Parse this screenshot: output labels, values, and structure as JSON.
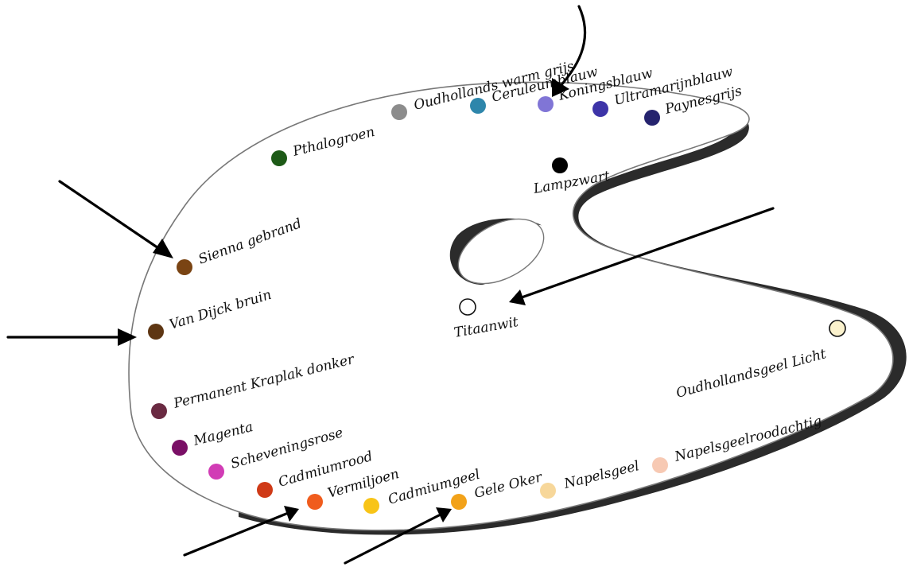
{
  "palette": {
    "paints": [
      {
        "id": "pthalogroen",
        "label": "Pthalogroen",
        "color": "#1d5a17"
      },
      {
        "id": "oudhollands-warm-grijs",
        "label": "Oudhollands warm grijs",
        "color": "#8c8c8c"
      },
      {
        "id": "ceruleumblauw",
        "label": "Ceruleumblauw",
        "color": "#2e86ab"
      },
      {
        "id": "koningsblauw",
        "label": "Koningsblauw",
        "color": "#8075d6"
      },
      {
        "id": "ultramarijnblauw",
        "label": "Ultramarijnblauw",
        "color": "#3d34a8"
      },
      {
        "id": "paynesgrijs",
        "label": "Paynesgrijs",
        "color": "#25236e"
      },
      {
        "id": "lampzwart",
        "label": "Lampzwart",
        "color": "#000000"
      },
      {
        "id": "sienna-gebrand",
        "label": "Sienna gebrand",
        "color": "#7a4413"
      },
      {
        "id": "van-dijck-bruin",
        "label": "Van Dijck bruin",
        "color": "#5e3613"
      },
      {
        "id": "titaanwit",
        "label": "Titaanwit",
        "color": "#ffffff"
      },
      {
        "id": "oudhollandsgeel-licht",
        "label": "Oudhollandsgeel Licht",
        "color": "#fbf2cd"
      },
      {
        "id": "permanent-kraplak-donker",
        "label": "Permanent Kraplak donker",
        "color": "#6a2a42"
      },
      {
        "id": "magenta",
        "label": "Magenta",
        "color": "#7a0f66"
      },
      {
        "id": "scheveningsrose",
        "label": "Scheveningsrose",
        "color": "#d13cb5"
      },
      {
        "id": "cadmiumrood",
        "label": "Cadmiumrood",
        "color": "#cf3a17"
      },
      {
        "id": "vermiljoen",
        "label": "Vermiljoen",
        "color": "#f05c1d"
      },
      {
        "id": "cadmiumgeel",
        "label": "Cadmiumgeel",
        "color": "#f8c417"
      },
      {
        "id": "gele-oker",
        "label": "Gele Oker",
        "color": "#f2a21a"
      },
      {
        "id": "napelsgeel",
        "label": "Napelsgeel",
        "color": "#f7d79a"
      },
      {
        "id": "napelsgeelroodachtig",
        "label": "Napelsgeelroodachtig",
        "color": "#f7c9b3"
      }
    ],
    "highlighted": [
      "koningsblauw",
      "sienna-gebrand",
      "van-dijck-bruin",
      "titaanwit",
      "vermiljoen",
      "gele-oker"
    ]
  }
}
